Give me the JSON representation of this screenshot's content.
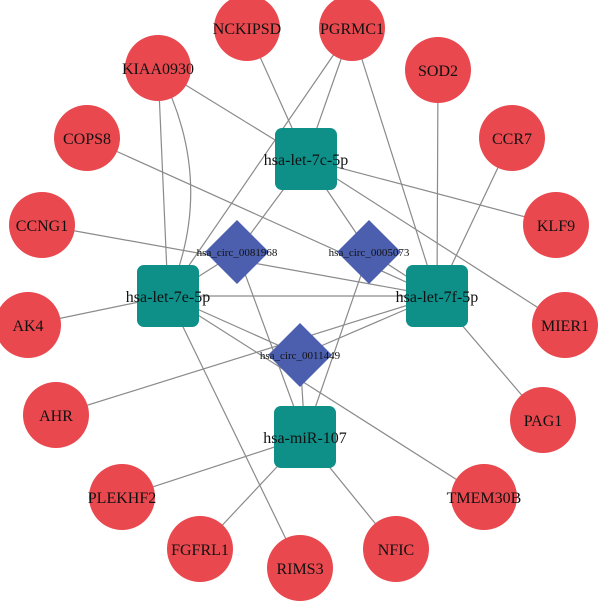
{
  "colors": {
    "gene": "#e8484e",
    "mirna": "#0e8f88",
    "circrna": "#4b5fae",
    "edge": "#8a8a8a"
  },
  "genes": [
    {
      "id": "g_nckipsd",
      "label": "NCKIPSD"
    },
    {
      "id": "g_pgrmc1",
      "label": "PGRMC1"
    },
    {
      "id": "g_kiaa0930",
      "label": "KIAA0930"
    },
    {
      "id": "g_sod2",
      "label": "SOD2"
    },
    {
      "id": "g_cops8",
      "label": "COPS8"
    },
    {
      "id": "g_ccr7",
      "label": "CCR7"
    },
    {
      "id": "g_ccng1",
      "label": "CCNG1"
    },
    {
      "id": "g_klf9",
      "label": "KLF9"
    },
    {
      "id": "g_ak4",
      "label": "AK4"
    },
    {
      "id": "g_mier1",
      "label": "MIER1"
    },
    {
      "id": "g_ahr",
      "label": "AHR"
    },
    {
      "id": "g_pag1",
      "label": "PAG1"
    },
    {
      "id": "g_plekhf2",
      "label": "PLEKHF2"
    },
    {
      "id": "g_tmem30b",
      "label": "TMEM30B"
    },
    {
      "id": "g_fgfrl1",
      "label": "FGFRL1"
    },
    {
      "id": "g_nfic",
      "label": "NFIC"
    },
    {
      "id": "g_rims3",
      "label": "RIMS3"
    }
  ],
  "mirnas": [
    {
      "id": "m_7c",
      "label": "hsa-let-7c-5p"
    },
    {
      "id": "m_7e",
      "label": "hsa-let-7e-5p"
    },
    {
      "id": "m_7f",
      "label": "hsa-let-7f-5p"
    },
    {
      "id": "m_107",
      "label": "hsa-miR-107"
    }
  ],
  "circrnas": [
    {
      "id": "c_0081968",
      "label": "hsa_circ_0081968"
    },
    {
      "id": "c_0005073",
      "label": "hsa_circ_0005073"
    },
    {
      "id": "c_0011449",
      "label": "hsa_circ_0011449"
    }
  ],
  "edges": [
    [
      "g_nckipsd",
      "m_7c"
    ],
    [
      "g_pgrmc1",
      "m_7c"
    ],
    [
      "g_pgrmc1",
      "m_7e"
    ],
    [
      "g_pgrmc1",
      "m_7f"
    ],
    [
      "g_kiaa0930",
      "m_7c"
    ],
    [
      "g_kiaa0930",
      "m_7e"
    ],
    [
      "g_kiaa0930",
      "m_7e"
    ],
    [
      "g_sod2",
      "m_7f"
    ],
    [
      "g_cops8",
      "m_7f"
    ],
    [
      "g_ccr7",
      "m_7f"
    ],
    [
      "g_ccng1",
      "m_7f"
    ],
    [
      "g_klf9",
      "m_7c"
    ],
    [
      "g_ak4",
      "m_7e"
    ],
    [
      "g_mier1",
      "m_7c"
    ],
    [
      "g_ahr",
      "m_7f"
    ],
    [
      "g_pag1",
      "m_7f"
    ],
    [
      "g_plekhf2",
      "m_107"
    ],
    [
      "g_tmem30b",
      "m_7e"
    ],
    [
      "g_fgfrl1",
      "m_107"
    ],
    [
      "g_nfic",
      "m_107"
    ],
    [
      "g_rims3",
      "m_7e"
    ],
    [
      "m_7c",
      "c_0081968"
    ],
    [
      "m_7c",
      "c_0005073"
    ],
    [
      "m_7e",
      "c_0081968"
    ],
    [
      "m_7e",
      "c_0011449"
    ],
    [
      "m_7e",
      "m_7f"
    ],
    [
      "m_7f",
      "c_0005073"
    ],
    [
      "m_7f",
      "c_0011449"
    ],
    [
      "m_107",
      "c_0081968"
    ],
    [
      "m_107",
      "c_0005073"
    ],
    [
      "m_107",
      "c_0011449"
    ]
  ]
}
